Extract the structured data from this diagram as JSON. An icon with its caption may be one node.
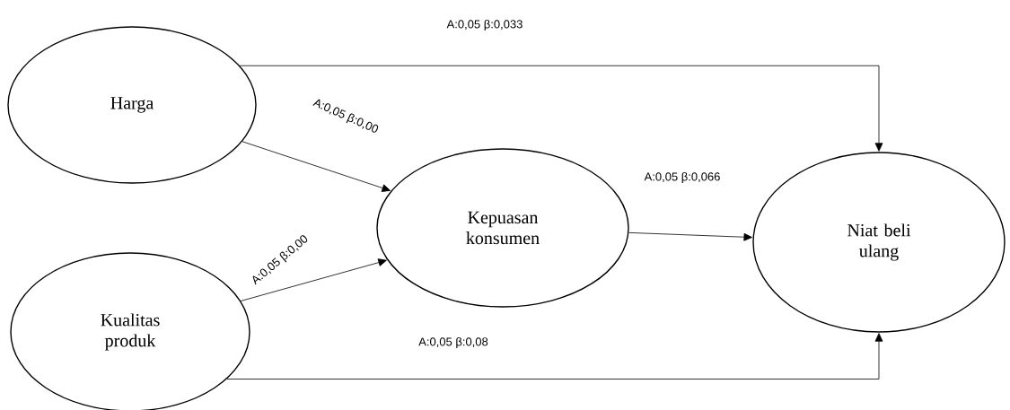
{
  "diagram": {
    "nodes": [
      {
        "text": [
          "Harga"
        ]
      },
      {
        "text": [
          "Kualitas produk"
        ]
      },
      {
        "text": [
          "Kepuasan konsumen"
        ]
      },
      {
        "text": [
          "Niat beli ulang"
        ]
      }
    ],
    "edges": [
      {
        "from": 0,
        "to": 3,
        "arrow": "to",
        "label": "A:0,05 β:0,033"
      },
      {
        "from": 0,
        "to": 2,
        "arrow": "to",
        "label": "A:0,05 β:0,00"
      },
      {
        "from": 1,
        "to": 2,
        "arrow": "to",
        "label": "A:0,05 β:0,00"
      },
      {
        "from": 2,
        "to": 3,
        "arrow": "to",
        "label": "A:0,05 β:0,066"
      },
      {
        "from": 1,
        "to": 3,
        "arrow": "to",
        "label": "A:0,05 β:0,08"
      }
    ]
  }
}
